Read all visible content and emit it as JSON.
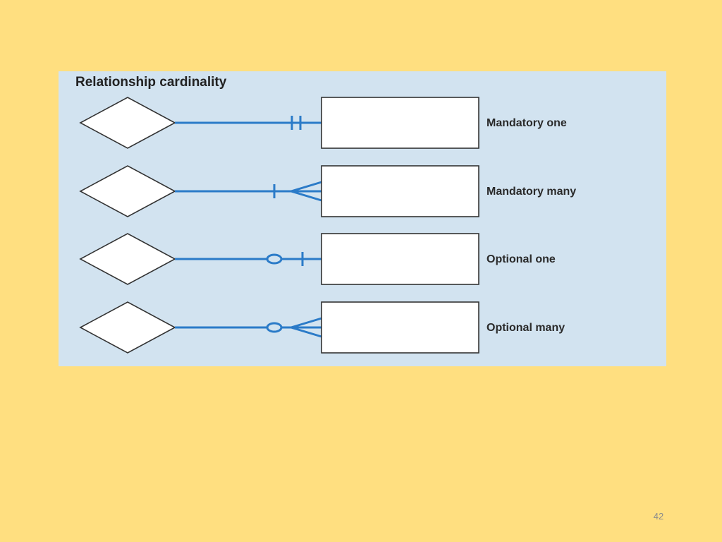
{
  "figure": {
    "title": "Relationship cardinality",
    "rows": [
      {
        "label": "Mandatory one",
        "cardinality": "mandatory-one"
      },
      {
        "label": "Mandatory many",
        "cardinality": "mandatory-many"
      },
      {
        "label": "Optional one",
        "cardinality": "optional-one"
      },
      {
        "label": "Optional many",
        "cardinality": "optional-many"
      }
    ]
  },
  "slide": {
    "page_number": "42"
  },
  "colors": {
    "slide_background": "#FFDF80",
    "panel_background": "#D2E3F0",
    "connector_line": "#2B7BC8",
    "shape_outline": "#333333",
    "shape_fill": "#FFFFFF"
  }
}
